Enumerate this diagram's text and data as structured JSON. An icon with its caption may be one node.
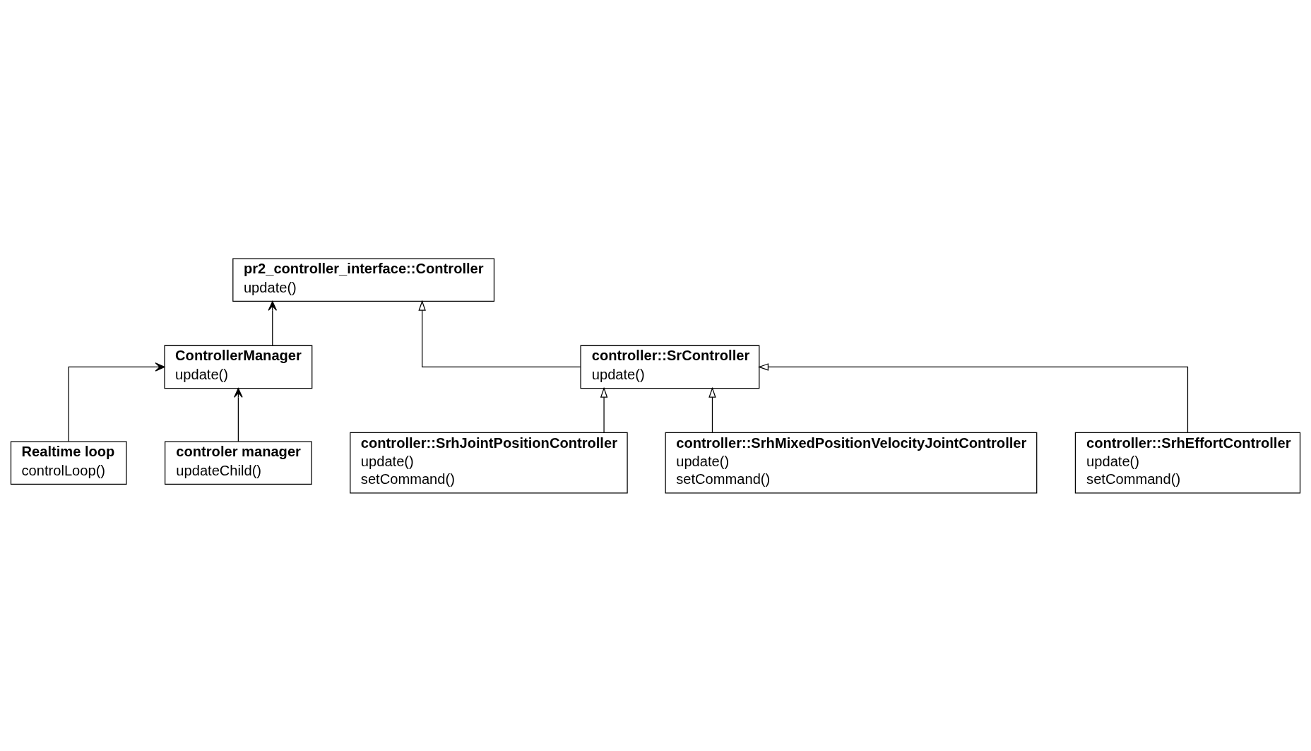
{
  "diagram": {
    "nodes": [
      {
        "text": [
          "Realtime loop",
          "controlLoop()"
        ]
      },
      {
        "text": [
          "controler manager",
          "updateChild()"
        ]
      },
      {
        "text": [
          "ControllerManager",
          "update()"
        ]
      },
      {
        "text": [
          "pr2_controller_interface::Controller",
          "update()"
        ]
      },
      {
        "text": [
          "controller::SrController",
          "update()"
        ]
      },
      {
        "text": [
          "controller::SrhJointPositionController",
          "update()",
          "setCommand()"
        ]
      },
      {
        "text": [
          "controller::SrhMixedPositionVelocityJointController",
          "update()",
          "setCommand()"
        ]
      },
      {
        "text": [
          "controller::SrhEffortController",
          "update()",
          "setCommand()"
        ]
      }
    ],
    "edges": [
      {
        "from": 0,
        "to": 2,
        "arrow": "to"
      },
      {
        "from": 1,
        "to": 2,
        "arrow": "to"
      },
      {
        "from": 2,
        "to": 3,
        "arrow": "to"
      },
      {
        "from": 4,
        "to": 3,
        "arrow": "to"
      },
      {
        "from": 5,
        "to": 4,
        "arrow": "to"
      },
      {
        "from": 6,
        "to": 4,
        "arrow": "to"
      },
      {
        "from": 7,
        "to": 4,
        "arrow": "to"
      }
    ]
  }
}
